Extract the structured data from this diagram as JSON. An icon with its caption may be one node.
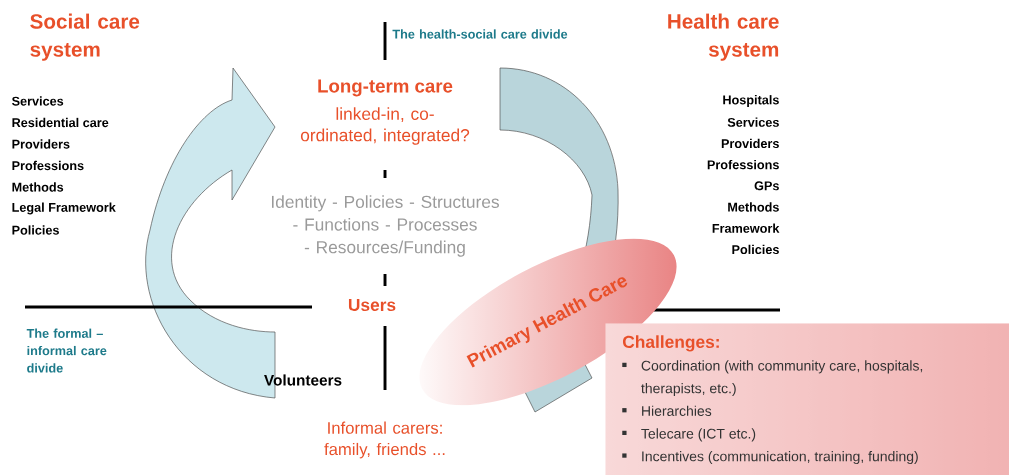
{
  "diagram": {
    "nodes": [
      {
        "text": [
          "Primary Health Care"
        ]
      },
      {
        "text": [
          "Challenges:",
          "Coordination (with community care, hospitals, therapists, etc.)",
          "Hierarchies",
          "Telecare (ICT etc.)",
          "Incentives (communication, training, funding)"
        ]
      }
    ],
    "labels": [
      "Social care system",
      "The health-social care divide",
      "Health care system",
      "Long-term care",
      "linked-in, co-ordinated, integrated?",
      "Services",
      "Residential care",
      "Providers",
      "Professions",
      "Methods",
      "Legal Framework",
      "Policies",
      "Hospitals",
      "Services",
      "Providers",
      "Professions",
      "GPs",
      "Methods",
      "Framework",
      "Policies",
      "Identity - Policies - Structures - Functions - Processes - Resources/Funding",
      "Users",
      "The formal – informal care divide",
      "Volunteers",
      "Informal carers: family, friends ..."
    ]
  }
}
